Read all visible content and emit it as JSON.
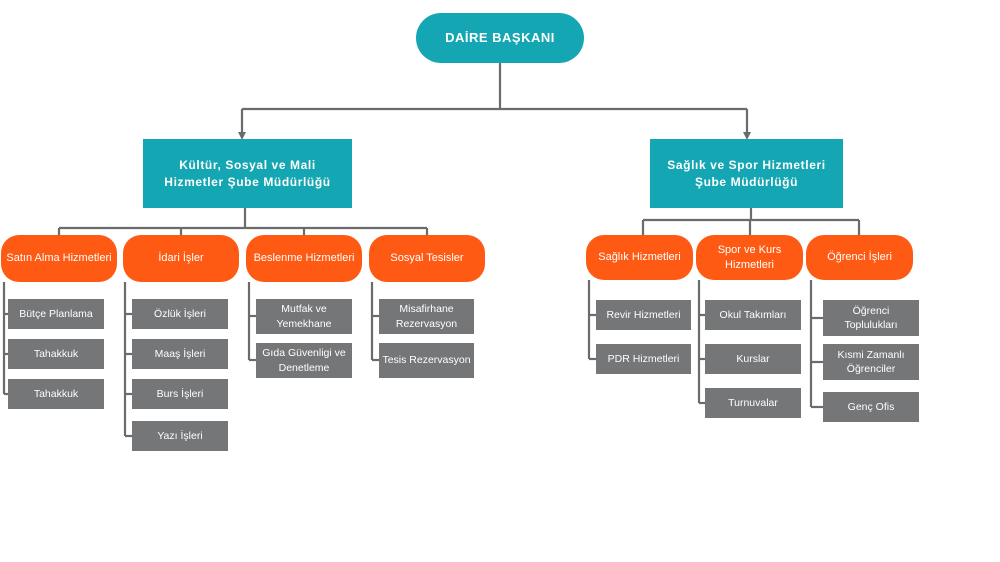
{
  "root": {
    "label": "DAİRE BAŞKANI"
  },
  "departments": [
    {
      "label": "Kültür, Sosyal ve Mali Hizmetler Şube Müdürlüğü",
      "units": [
        {
          "label": "Satın Alma Hizmetleri",
          "items": [
            "Bütçe Planlama",
            "Tahakkuk",
            "Tahakkuk"
          ]
        },
        {
          "label": "İdari İşler",
          "items": [
            "Özlük İşleri",
            "Maaş İşleri",
            "Burs İşleri",
            "Yazı İşleri"
          ]
        },
        {
          "label": "Beslenme Hizmetleri",
          "items": [
            "Mutfak ve Yemekhane",
            "Gıda Güvenligi ve Denetleme"
          ]
        },
        {
          "label": "Sosyal Tesisler",
          "items": [
            "Misafirhane Rezervasyon",
            "Tesis Rezervasyon"
          ]
        }
      ]
    },
    {
      "label": "Sağlık ve Spor Hizmetleri Şube Müdürlüğü",
      "units": [
        {
          "label": "Sağlık Hizmetleri",
          "items": [
            "Revir Hizmetleri",
            "PDR Hizmetleri"
          ]
        },
        {
          "label": "Spor ve Kurs Hizmetleri",
          "items": [
            "Okul Takımları",
            "Kurslar",
            "Turnuvalar"
          ]
        },
        {
          "label": "Öğrenci İşleri",
          "items": [
            "Öğrenci Toplulukları",
            "Kısmi Zamanlı Öğrenciler",
            "Genç Ofis"
          ]
        }
      ]
    }
  ],
  "colors": {
    "root": "#14a6b2",
    "department": "#14a6b2",
    "unit": "#ff5a14",
    "leaf": "#757678",
    "connector": "#6b6b6b"
  }
}
